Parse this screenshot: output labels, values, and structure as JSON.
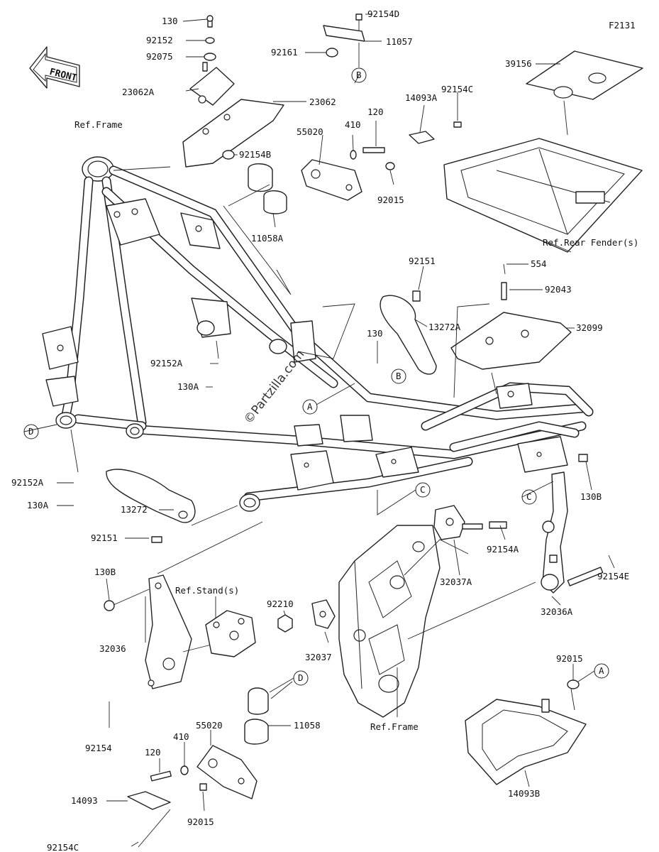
{
  "figure_code": "F2131",
  "front_label": "FRONT",
  "watermark": "©Partzilla.com",
  "callout_letters": [
    "A",
    "B",
    "C",
    "D"
  ],
  "labels": {
    "p130_top": "130",
    "p92152_top": "92152",
    "p92075": "92075",
    "p23062A": "23062A",
    "p23062": "23062",
    "p92154D": "92154D",
    "p11057": "11057",
    "p92161": "92161",
    "ref_frame_top": "Ref.Frame",
    "p92154B": "92154B",
    "p55020_top": "55020",
    "p410_top": "410",
    "p120_top": "120",
    "p14093A": "14093A",
    "p92154C_top": "92154C",
    "p92015_top": "92015",
    "p11058A": "11058A",
    "p39156": "39156",
    "ref_rear_fender": "Ref.Rear Fender(s)",
    "p92151_top": "92151",
    "p554": "554",
    "p92043": "92043",
    "p13272A": "13272A",
    "p32099": "32099",
    "p130_mid": "130",
    "p92152A_mid": "92152A",
    "p130A_mid": "130A",
    "p92152A_left": "92152A",
    "p130A_left": "130A",
    "p13272": "13272",
    "p92151_left": "92151",
    "p130B_right": "130B",
    "p92154A": "92154A",
    "p32037A": "32037A",
    "p92154E": "92154E",
    "p32036A": "32036A",
    "p130B_left": "130B",
    "ref_stand": "Ref.Stand(s)",
    "p92210": "92210",
    "p32037": "32037",
    "p32036": "32036",
    "p92015_right": "92015",
    "p92154": "92154",
    "p55020_bot": "55020",
    "p11058": "11058",
    "ref_frame_bot": "Ref.Frame",
    "p410_bot": "410",
    "p120_bot": "120",
    "p14093": "14093",
    "p92015_bot": "92015",
    "p14093B": "14093B",
    "p92154C_bot": "92154C"
  }
}
